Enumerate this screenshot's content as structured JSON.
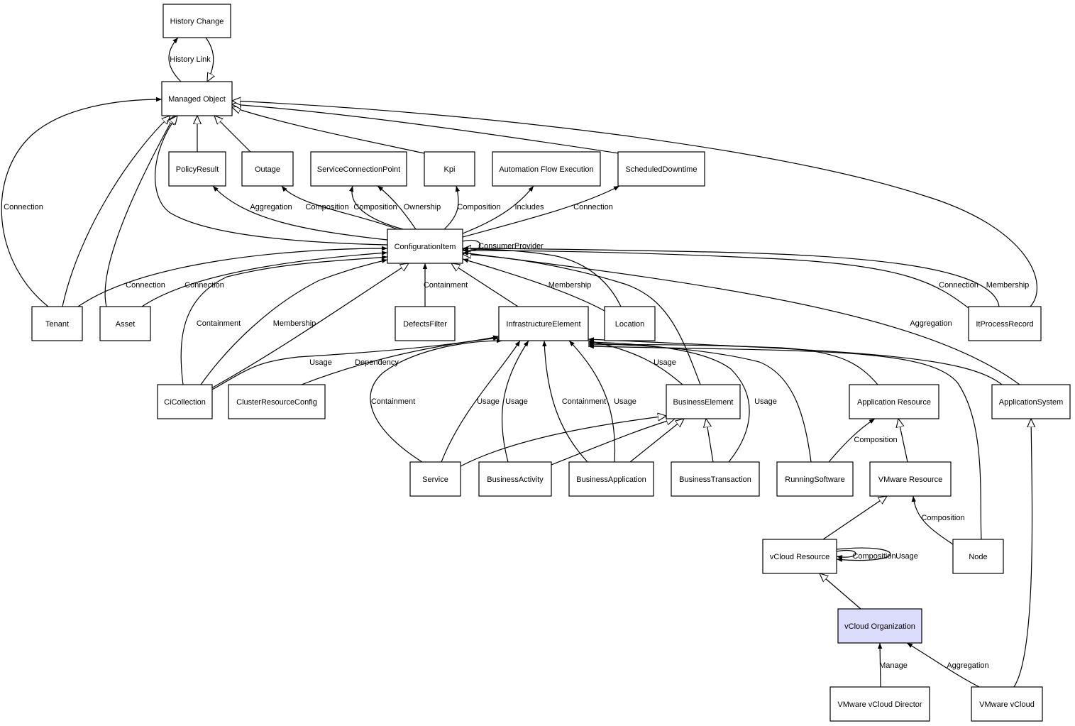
{
  "colors": {
    "node_fill": "#ffffff",
    "node_border": "#000000",
    "highlight_fill": "#dcdcfc",
    "edge": "#000000",
    "background": "#ffffff"
  },
  "nodes": [
    {
      "id": "history-change",
      "label": "History Change"
    },
    {
      "id": "managed-object",
      "label": "Managed Object"
    },
    {
      "id": "policy-result",
      "label": "PolicyResult"
    },
    {
      "id": "outage",
      "label": "Outage"
    },
    {
      "id": "service-connection-point",
      "label": "ServiceConnectionPoint"
    },
    {
      "id": "kpi",
      "label": "Kpi"
    },
    {
      "id": "automation-flow-execution",
      "label": "Automation Flow Execution"
    },
    {
      "id": "scheduled-downtime",
      "label": "ScheduledDowntime"
    },
    {
      "id": "configuration-item",
      "label": "ConfigurationItem"
    },
    {
      "id": "tenant",
      "label": "Tenant"
    },
    {
      "id": "asset",
      "label": "Asset"
    },
    {
      "id": "defects-filter",
      "label": "DefectsFilter"
    },
    {
      "id": "infrastructure-element",
      "label": "InfrastructureElement"
    },
    {
      "id": "location",
      "label": "Location"
    },
    {
      "id": "it-process-record",
      "label": "ItProcessRecord"
    },
    {
      "id": "ci-collection",
      "label": "CiCollection"
    },
    {
      "id": "cluster-resource-config",
      "label": "ClusterResourceConfig"
    },
    {
      "id": "business-element",
      "label": "BusinessElement"
    },
    {
      "id": "application-resource",
      "label": "Application Resource"
    },
    {
      "id": "application-system",
      "label": "ApplicationSystem"
    },
    {
      "id": "service",
      "label": "Service"
    },
    {
      "id": "business-activity",
      "label": "BusinessActivity"
    },
    {
      "id": "business-application",
      "label": "BusinessApplication"
    },
    {
      "id": "business-transaction",
      "label": "BusinessTransaction"
    },
    {
      "id": "running-software",
      "label": "RunningSoftware"
    },
    {
      "id": "vmware-resource",
      "label": "VMware Resource"
    },
    {
      "id": "vcloud-resource",
      "label": "vCloud Resource"
    },
    {
      "id": "node",
      "label": "Node"
    },
    {
      "id": "vcloud-organization",
      "label": "vCloud Organization",
      "highlight": true
    },
    {
      "id": "vmware-vcloud-director",
      "label": "VMware vCloud Director"
    },
    {
      "id": "vmware-vcloud",
      "label": "VMware vCloud"
    }
  ],
  "edges": [
    {
      "id": "history-link",
      "from": "managed-object",
      "to": "history-change",
      "type": "arrow",
      "label": "History Link"
    },
    {
      "id": "history-inherit",
      "from": "history-change",
      "to": "managed-object",
      "type": "inherit",
      "label": ""
    },
    {
      "id": "tenant-mo-connection",
      "from": "tenant",
      "to": "managed-object",
      "type": "arrow",
      "label": "Connection"
    },
    {
      "id": "tenant-mo-inherit",
      "from": "tenant",
      "to": "managed-object",
      "type": "inherit",
      "label": ""
    },
    {
      "id": "asset-mo-inherit",
      "from": "asset",
      "to": "managed-object",
      "type": "inherit",
      "label": ""
    },
    {
      "id": "ci-mo-inherit",
      "from": "configuration-item",
      "to": "managed-object",
      "type": "inherit",
      "label": ""
    },
    {
      "id": "policy-mo-inherit",
      "from": "policy-result",
      "to": "managed-object",
      "type": "inherit",
      "label": ""
    },
    {
      "id": "outage-mo-inherit",
      "from": "outage",
      "to": "managed-object",
      "type": "inherit",
      "label": ""
    },
    {
      "id": "kpi-mo-inherit",
      "from": "kpi",
      "to": "managed-object",
      "type": "inherit",
      "label": ""
    },
    {
      "id": "sched-mo-inherit",
      "from": "scheduled-downtime",
      "to": "managed-object",
      "type": "inherit",
      "label": ""
    },
    {
      "id": "itpr-mo-inherit",
      "from": "it-process-record",
      "to": "managed-object",
      "type": "inherit",
      "label": ""
    },
    {
      "id": "ci-policy-aggregation",
      "from": "configuration-item",
      "to": "policy-result",
      "type": "arrow",
      "label": "Aggregation"
    },
    {
      "id": "ci-outage-composition",
      "from": "configuration-item",
      "to": "outage",
      "type": "arrow",
      "label": "Composition"
    },
    {
      "id": "ci-scp-composition",
      "from": "configuration-item",
      "to": "service-connection-point",
      "type": "arrow",
      "label": "Composition"
    },
    {
      "id": "ci-scp-ownership",
      "from": "configuration-item",
      "to": "service-connection-point",
      "type": "arrow",
      "label": "Ownership"
    },
    {
      "id": "ci-kpi-composition",
      "from": "configuration-item",
      "to": "kpi",
      "type": "arrow",
      "label": "Composition"
    },
    {
      "id": "ci-afe-includes",
      "from": "configuration-item",
      "to": "automation-flow-execution",
      "type": "arrow",
      "label": "Includes"
    },
    {
      "id": "ci-sched-connection",
      "from": "configuration-item",
      "to": "scheduled-downtime",
      "type": "arrow",
      "label": "Connection"
    },
    {
      "id": "ci-consumer-provider",
      "from": "configuration-item",
      "to": "configuration-item",
      "type": "arrow",
      "label": "ConsumerProvider"
    },
    {
      "id": "tenant-ci-connection",
      "from": "tenant",
      "to": "configuration-item",
      "type": "arrow",
      "label": "Connection"
    },
    {
      "id": "asset-ci-connection",
      "from": "asset",
      "to": "configuration-item",
      "type": "arrow",
      "label": "Connection"
    },
    {
      "id": "cic-ci-containment",
      "from": "ci-collection",
      "to": "configuration-item",
      "type": "arrow",
      "label": "Containment"
    },
    {
      "id": "cic-ci-membership",
      "from": "ci-collection",
      "to": "configuration-item",
      "type": "arrow",
      "label": "Membership"
    },
    {
      "id": "cic-ci-inherit",
      "from": "ci-collection",
      "to": "configuration-item",
      "type": "inherit",
      "label": ""
    },
    {
      "id": "defects-ci-containment",
      "from": "defects-filter",
      "to": "configuration-item",
      "type": "arrow",
      "label": "Containment"
    },
    {
      "id": "ie-ci-inherit",
      "from": "infrastructure-element",
      "to": "configuration-item",
      "type": "inherit",
      "label": ""
    },
    {
      "id": "location-ci-membership",
      "from": "location",
      "to": "configuration-item",
      "type": "arrow",
      "label": "Membership"
    },
    {
      "id": "location-ci-inherit",
      "from": "location",
      "to": "configuration-item",
      "type": "inherit",
      "label": ""
    },
    {
      "id": "be-ci-inherit",
      "from": "business-element",
      "to": "configuration-item",
      "type": "inherit",
      "label": ""
    },
    {
      "id": "itpr-ci-connection",
      "from": "it-process-record",
      "to": "configuration-item",
      "type": "arrow",
      "label": "Connection"
    },
    {
      "id": "itpr-ci-membership",
      "from": "it-process-record",
      "to": "configuration-item",
      "type": "arrow",
      "label": "Membership"
    },
    {
      "id": "as-ci-aggregation",
      "from": "application-system",
      "to": "configuration-item",
      "type": "arrow",
      "label": "Aggregation"
    },
    {
      "id": "cic-ie-usage",
      "from": "ci-collection",
      "to": "infrastructure-element",
      "type": "arrow",
      "label": "Usage"
    },
    {
      "id": "crc-ie-dependency",
      "from": "cluster-resource-config",
      "to": "infrastructure-element",
      "type": "arrow",
      "label": "Dependency"
    },
    {
      "id": "service-ie-containment",
      "from": "service",
      "to": "infrastructure-element",
      "type": "arrow",
      "label": "Containment"
    },
    {
      "id": "service-ie-usage",
      "from": "service",
      "to": "infrastructure-element",
      "type": "arrow",
      "label": "Usage"
    },
    {
      "id": "ba-ie-usage",
      "from": "business-activity",
      "to": "infrastructure-element",
      "type": "arrow",
      "label": "Usage"
    },
    {
      "id": "bapp-ie-containment",
      "from": "business-application",
      "to": "infrastructure-element",
      "type": "arrow",
      "label": "Containment"
    },
    {
      "id": "bapp-ie-usage",
      "from": "business-application",
      "to": "infrastructure-element",
      "type": "arrow",
      "label": "Usage"
    },
    {
      "id": "be-ie-usage",
      "from": "business-element",
      "to": "infrastructure-element",
      "type": "arrow",
      "label": "Usage"
    },
    {
      "id": "bt-ie-usage",
      "from": "business-transaction",
      "to": "infrastructure-element",
      "type": "arrow",
      "label": "Usage"
    },
    {
      "id": "rs-ie-usage",
      "from": "running-software",
      "to": "infrastructure-element",
      "type": "arrow",
      "label": ""
    },
    {
      "id": "ar-ie-link",
      "from": "application-resource",
      "to": "infrastructure-element",
      "type": "arrow",
      "label": ""
    },
    {
      "id": "node-ie-link",
      "from": "node",
      "to": "infrastructure-element",
      "type": "arrow",
      "label": ""
    },
    {
      "id": "as-ie-link",
      "from": "application-system",
      "to": "infrastructure-element",
      "type": "arrow",
      "label": ""
    },
    {
      "id": "service-be-inherit",
      "from": "service",
      "to": "business-element",
      "type": "inherit",
      "label": ""
    },
    {
      "id": "ba-be-inherit",
      "from": "business-activity",
      "to": "business-element",
      "type": "inherit",
      "label": ""
    },
    {
      "id": "bapp-be-inherit",
      "from": "business-application",
      "to": "business-element",
      "type": "inherit",
      "label": ""
    },
    {
      "id": "bt-be-inherit",
      "from": "business-transaction",
      "to": "business-element",
      "type": "inherit",
      "label": ""
    },
    {
      "id": "rs-ar-composition",
      "from": "running-software",
      "to": "application-resource",
      "type": "arrow",
      "label": "Composition"
    },
    {
      "id": "vmr-ar-inherit",
      "from": "vmware-resource",
      "to": "application-resource",
      "type": "inherit",
      "label": ""
    },
    {
      "id": "node-vmr-composition",
      "from": "node",
      "to": "vmware-resource",
      "type": "arrow",
      "label": "Composition"
    },
    {
      "id": "vcr-vmr-inherit",
      "from": "vcloud-resource",
      "to": "vmware-resource",
      "type": "inherit",
      "label": ""
    },
    {
      "id": "vcr-self-composition",
      "from": "vcloud-resource",
      "to": "vcloud-resource",
      "type": "arrow",
      "label": "Composition"
    },
    {
      "id": "vcr-self-usage",
      "from": "vcloud-resource",
      "to": "vcloud-resource",
      "type": "arrow",
      "label": "Usage"
    },
    {
      "id": "vco-vcr-inherit",
      "from": "vcloud-organization",
      "to": "vcloud-resource",
      "type": "inherit",
      "label": ""
    },
    {
      "id": "vcd-vco-manage",
      "from": "vmware-vcloud-director",
      "to": "vcloud-organization",
      "type": "arrow",
      "label": "Manage"
    },
    {
      "id": "vcloud-vco-aggregation",
      "from": "vmware-vcloud",
      "to": "vcloud-organization",
      "type": "arrow",
      "label": "Aggregation"
    },
    {
      "id": "vcloud-as-inherit",
      "from": "vmware-vcloud",
      "to": "application-system",
      "type": "inherit",
      "label": ""
    }
  ]
}
